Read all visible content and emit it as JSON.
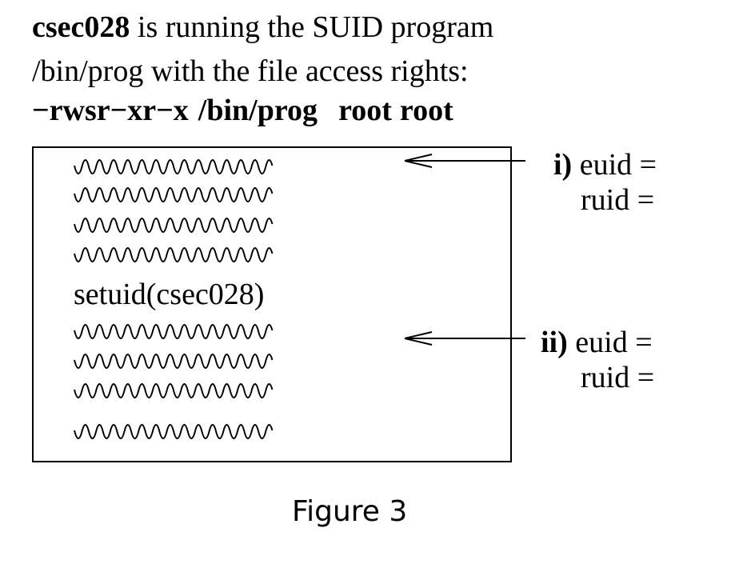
{
  "header": {
    "user": "csec028",
    "line1_rest": "is running the SUID program",
    "line2": "/bin/prog with the file access rights:",
    "perm": {
      "mode": "−rwsr−xr−x",
      "path": "/bin/prog",
      "owner": "root",
      "group": "root"
    }
  },
  "program": {
    "call": "setuid(csec028)"
  },
  "annotations": {
    "first": {
      "marker": "i)",
      "euid_label": "euid =",
      "ruid_label": "ruid ="
    },
    "second": {
      "marker": "ii)",
      "euid_label": "euid =",
      "ruid_label": "ruid ="
    }
  },
  "caption": "Figure 3"
}
